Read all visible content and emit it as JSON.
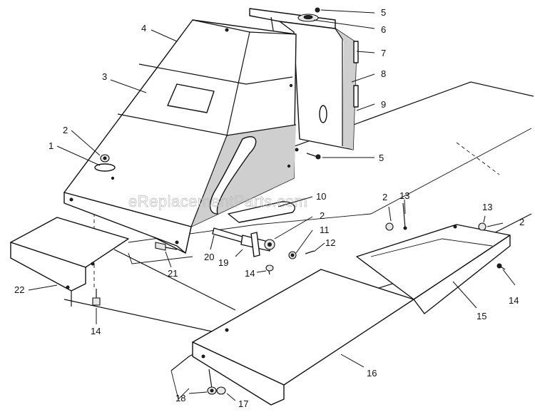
{
  "watermark": "eReplacementParts.com",
  "callouts": {
    "c1": "1",
    "c2a": "2",
    "c3": "3",
    "c4": "4",
    "c5a": "5",
    "c6": "6",
    "c7": "7",
    "c8": "8",
    "c9": "9",
    "c5b": "5",
    "c10": "10",
    "c2b": "2",
    "c13a": "13",
    "c2c": "2",
    "c11": "11",
    "c12": "12",
    "c20": "20",
    "c19": "19",
    "c21": "21",
    "c14a": "14",
    "c13b": "13",
    "c2d": "2",
    "c14b": "14",
    "c15": "15",
    "c22": "22",
    "c14c": "14",
    "c16": "16",
    "c18": "18",
    "c17": "17"
  }
}
